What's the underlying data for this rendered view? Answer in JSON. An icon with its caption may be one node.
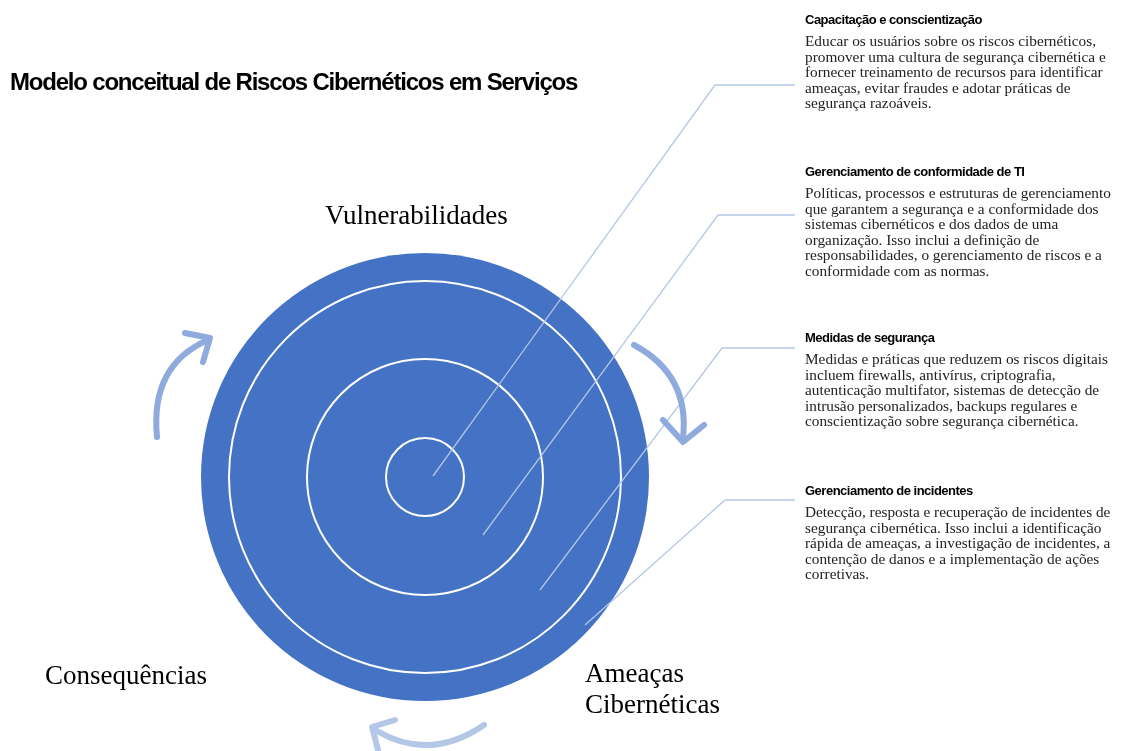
{
  "diagram": {
    "title": "Modelo conceitual de Riscos Cibernéticos em Serviços",
    "nodes": [
      {
        "text": [
          "Capacitação e conscientização",
          "Educar os usuários sobre os riscos cibernéticos, promover uma cultura de segurança cibernética e fornecer treinamento de recursos para identificar ameaças, evitar fraudes e adotar práticas de segurança razoáveis."
        ]
      },
      {
        "text": [
          "Gerenciamento de conformidade de TI",
          "Políticas, processos e estruturas de gerenciamento que garantem a segurança e a conformidade dos sistemas cibernéticos e dos dados de uma organização. Isso inclui a definição de responsabilidades, o gerenciamento de riscos e a conformidade com as normas."
        ]
      },
      {
        "text": [
          "Medidas de segurança",
          "Medidas e práticas que reduzem os riscos digitais incluem firewalls, antivírus, criptografia, autenticação multifator, sistemas de detecção de intrusão personalizados, backups regulares e conscientização sobre segurança cibernética."
        ]
      },
      {
        "text": [
          "Gerenciamento de incidentes",
          "Detecção, resposta e recuperação de incidentes de segurança cibernética. Isso inclui a identificação rápida de ameaças, a investigação de incidentes, a contenção de danos e a implementação de ações corretivas."
        ]
      },
      {
        "text": [],
        "shape": "circle"
      },
      {
        "text": [],
        "shape": "circle",
        "in": 4
      },
      {
        "text": [],
        "shape": "circle",
        "in": 5
      },
      {
        "text": [],
        "shape": "circle",
        "in": 6
      }
    ],
    "edges": [
      {
        "from": 0,
        "to": 7,
        "arrow": "none"
      },
      {
        "from": 1,
        "to": 6,
        "arrow": "none"
      },
      {
        "from": 2,
        "to": 5,
        "arrow": "none"
      },
      {
        "from": 3,
        "to": 4,
        "arrow": "none"
      }
    ],
    "labels": [
      "Vulnerabilidades",
      "Consequências",
      "Ameaças Cibernéticas"
    ]
  }
}
